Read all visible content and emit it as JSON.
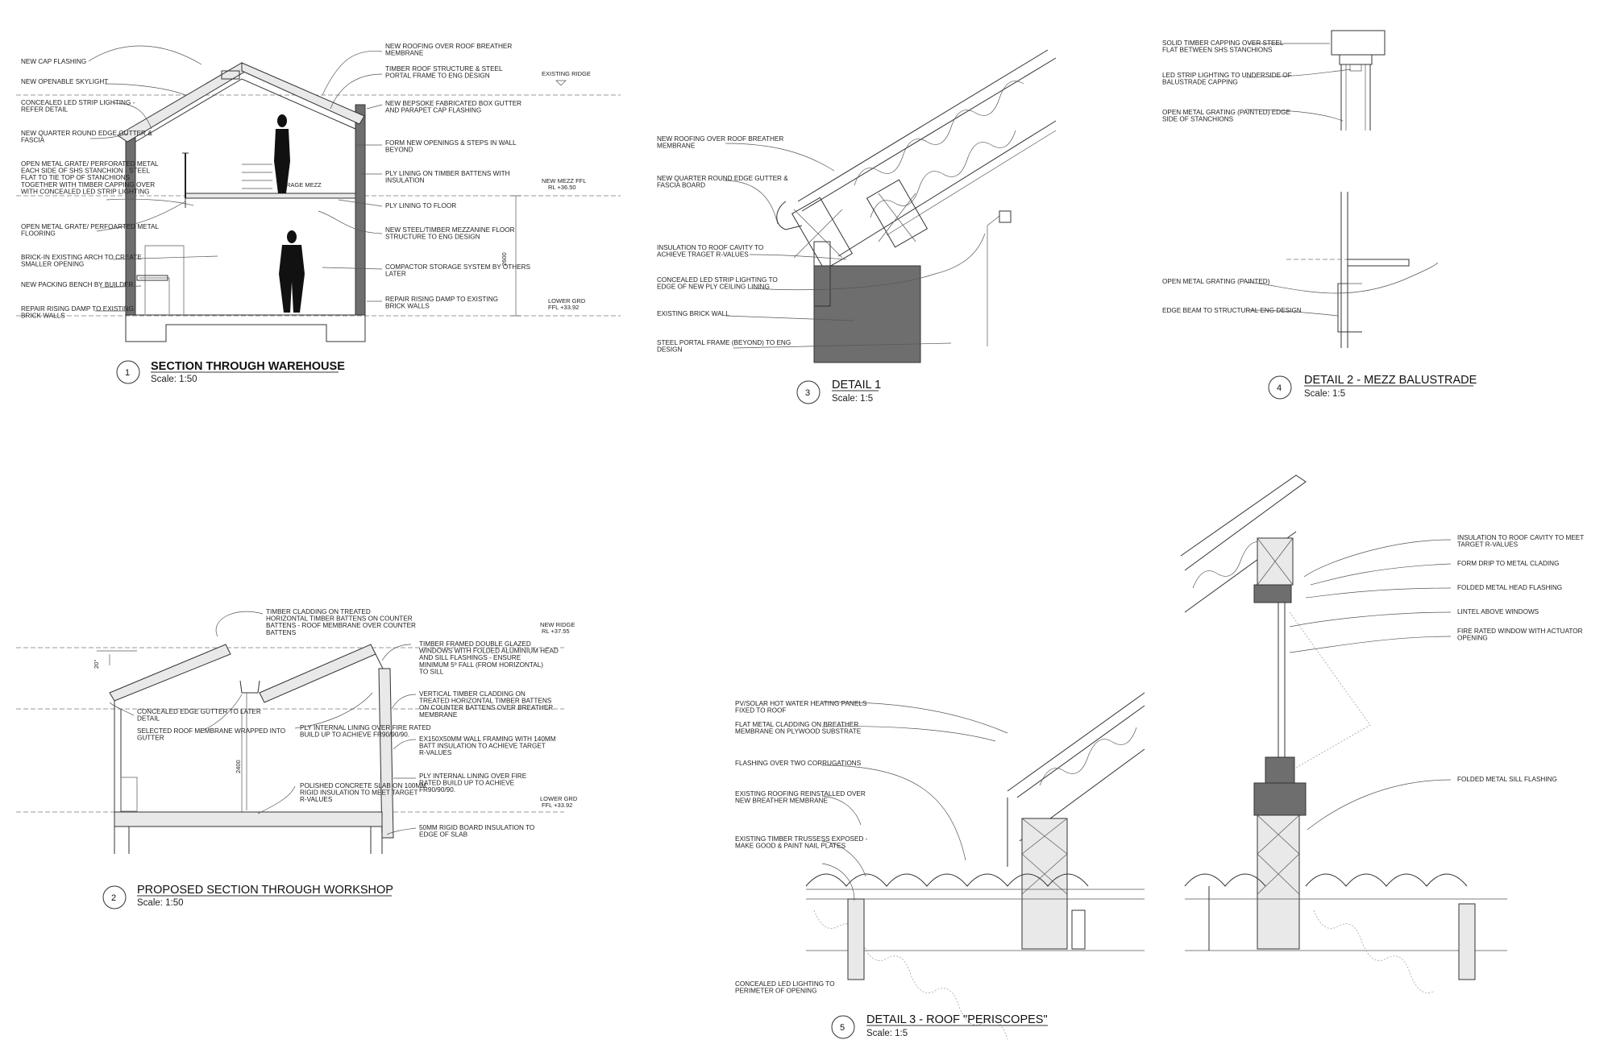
{
  "sheet": {
    "views": [
      {
        "id": "section-warehouse",
        "number": "1",
        "title": "SECTION THROUGH WAREHOUSE",
        "scale": "Scale: 1:50",
        "left_notes": [
          "NEW CAP FLASHING",
          "NEW OPENABLE SKYLIGHT",
          "CONCEALED LED STRIP LIGHTING - REFER DETAIL",
          "NEW QUARTER ROUND EDGE GUTTER & FASCIA",
          "OPEN METAL GRATE/ PERFORATED METAL EACH SIDE OF SHS STANCHION - STEEL FLAT TO TIE TOP OF STANCHIONS TOGETHER WITH TIMBER CAPPING OVER WITH CONCEALED LED STRIP LIGHTING",
          "OPEN METAL GRATE/ PERFOARTED METAL FLOORING",
          "BRICK-IN EXISTING ARCH TO CREATE SMALLER OPENING",
          "NEW PACKING BENCH BY BUILDER",
          "REPAIR RISING DAMP TO EXISTING BRICK WALLS"
        ],
        "right_notes": [
          "NEW ROOFING OVER ROOF BREATHER MEMBRANE",
          "TIMBER ROOF STRUCTURE & STEEL PORTAL FRAME TO ENG DESIGN",
          "NEW BEPSOKE FABRICATED BOX GUTTER AND PARAPET CAP FLASHING",
          "FORM NEW OPENINGS & STEPS IN WALL BEYOND",
          "PLY LINING ON TIMBER BATTENS WITH INSULATION",
          "PLY LINING TO FLOOR",
          "NEW STEEL/TIMBER MEZZANINE FLOOR STRUCTURE TO ENG DESIGN",
          "COMPACTOR STORAGE SYSTEM BY OTHERS LATER",
          "REPAIR RISING DAMP TO EXISTING BRICK WALLS"
        ],
        "room_label": "RAGE MEZZ",
        "levels": [
          {
            "name": "EXISTING RIDGE",
            "rl": ""
          },
          {
            "name": "NEW MEZZ FFL",
            "rl": "RL +36.50"
          },
          {
            "name": "LOWER GRD",
            "rl": "FFL +33.92"
          }
        ],
        "dimension": "2600"
      },
      {
        "id": "detail-1",
        "number": "3",
        "title": "DETAIL 1",
        "scale": "Scale: 1:5",
        "notes": [
          "NEW ROOFING OVER ROOF BREATHER MEMBRANE",
          "NEW QUARTER ROUND EDGE GUTTER & FASCIA BOARD",
          "INSULATION TO ROOF CAVITY TO ACHIEVE TRAGET R-VALUES",
          "CONCEALED LED STRIP LIGHTING TO EDGE OF NEW PLY CEILING LINING",
          "EXISTING BRICK WALL",
          "STEEL PORTAL FRAME (BEYOND) TO ENG DESIGN"
        ]
      },
      {
        "id": "detail-2",
        "number": "4",
        "title": "DETAIL 2 - MEZZ BALUSTRADE",
        "scale": "Scale: 1:5",
        "notes": [
          "SOLID TIMBER CAPPING OVER STEEL FLAT BETWEEN SHS STANCHIONS",
          "LED STRIP LIGHTING TO UNDERSIDE OF BALUSTRADE CAPPING",
          "OPEN METAL GRATING (PAINTED) EDGE SIDE OF STANCHIONS",
          "OPEN METAL GRATING (PAINTED)",
          "EDGE BEAM TO STRUCTURAL ENG DESIGN"
        ]
      },
      {
        "id": "section-workshop",
        "number": "2",
        "title": "PROPOSED SECTION THROUGH WORKSHOP",
        "scale": "Scale: 1:50",
        "left_notes": [
          "CONCEALED EDGE GUTTER TO LATER DETAIL",
          "SELECTED ROOF MEMBRANE WRAPPED INTO GUTTER",
          "PLY INTERNAL LINING OVER FIRE RATED BUILD UP TO ACHIEVE FR90/90/90.",
          "POLISHED CONCRETE SLAB ON 100MM RIGID INSULATION TO MEET TARGET R-VALUES"
        ],
        "top_notes": [
          "TIMBER CLADDING ON TREATED HORIZONTAL TIMBER BATTENS ON COUNTER BATTENS - ROOF MEMBRANE OVER COUNTER BATTENS"
        ],
        "right_notes": [
          "TIMBER FRAMED DOUBLE GLAZED WINDOWS WITH FOLDED ALUMINIUM HEAD AND SILL FLASHINGS - ENSURE MINIMUM 5º FALL (FROM HORIZONTAL) TO SILL",
          "VERTICAL TIMBER CLADDING ON TREATED HORIZONTAL TIMBER BATTENS ON COUNTER BATTENS OVER BREATHER MEMBRANE",
          "EX150X50MM WALL FRAMING WITH 140MM BATT INSULATION TO ACHIEVE TARGET R-VALUES",
          "PLY INTERNAL LINING OVER FIRE RATED BUILD UP TO ACHIEVE FR90/90/90.",
          "50MM RIGID BOARD INSULATION TO EDGE OF SLAB"
        ],
        "levels": [
          {
            "name": "NEW RIDGE",
            "rl": "RL +37.55"
          },
          {
            "name": "LOWER GRD",
            "rl": "FFL +33.92"
          }
        ],
        "dimension": "2400",
        "angle": "20°"
      },
      {
        "id": "detail-3",
        "number": "5",
        "title": "DETAIL 3 - ROOF \"PERISCOPES\"",
        "scale": "Scale: 1:5",
        "left_notes": [
          "PV/SOLAR HOT WATER HEATING PANELS FIXED TO ROOF",
          "FLAT METAL CLADDING ON BREATHER MEMBRANE ON PLYWOOD SUBSTRATE",
          "FLASHING OVER TWO CORRUGATIONS",
          "EXISTING ROOFING REINSTALLED OVER NEW BREATHER MEMBRANE",
          "EXISTING TIMBER TRUSSESS EXPOSED - MAKE GOOD & PAINT NAIL PLATES",
          "CONCEALED LED LIGHTING TO PERIMETER OF OPENING"
        ],
        "right_notes": [
          "INSULATION TO ROOF CAVITY TO MEET TARGET R-VALUES",
          "FORM DRIP TO METAL CLADING",
          "FOLDED METAL HEAD FLASHING",
          "LINTEL ABOVE WINDOWS",
          "FIRE RATED WINDOW WITH ACTUATOR OPENING",
          "FOLDED METAL SILL FLASHING"
        ]
      }
    ]
  }
}
